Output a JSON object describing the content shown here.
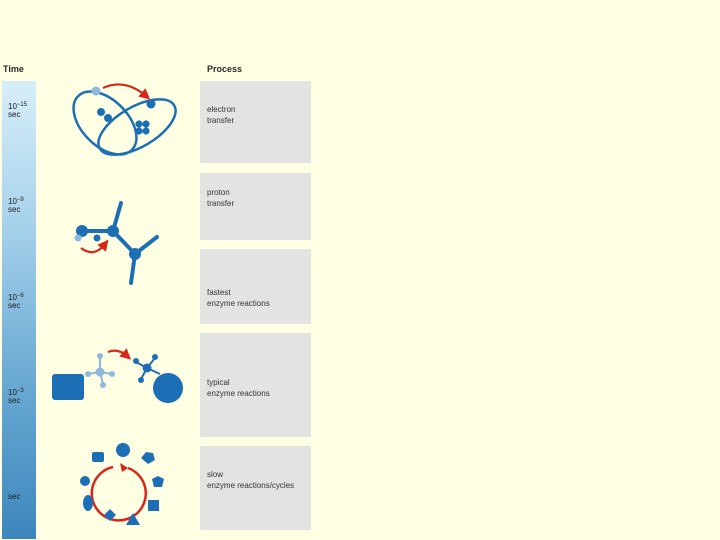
{
  "headers": {
    "time": "Time",
    "process": "Process"
  },
  "rows": [
    {
      "time_base": "10",
      "time_exp": "−15",
      "time_unit": "sec",
      "process": "electron\ntransfer"
    },
    {
      "time_base": "10",
      "time_exp": "−9",
      "time_unit": "sec",
      "process": "proton\ntransfer"
    },
    {
      "time_base": "10",
      "time_exp": "−6",
      "time_unit": "sec",
      "process": "fastest\nenzyme reactions"
    },
    {
      "time_base": "10",
      "time_exp": "−3",
      "time_unit": "sec",
      "process": "typical\nenzyme reactions"
    },
    {
      "time_base": "",
      "time_exp": "",
      "time_unit": "sec",
      "process": "slow\nenzyme reactions/cycles"
    }
  ],
  "colors": {
    "background": "#ffffe3",
    "blue": "#1c6fb5",
    "light_blue": "#8fb8dc",
    "red": "#d9261c",
    "box": "#e3e3e3"
  },
  "icons": [
    "electron-transfer-icon",
    "proton-transfer-icon",
    "typical-enzyme-icon",
    "slow-cycle-icon"
  ]
}
